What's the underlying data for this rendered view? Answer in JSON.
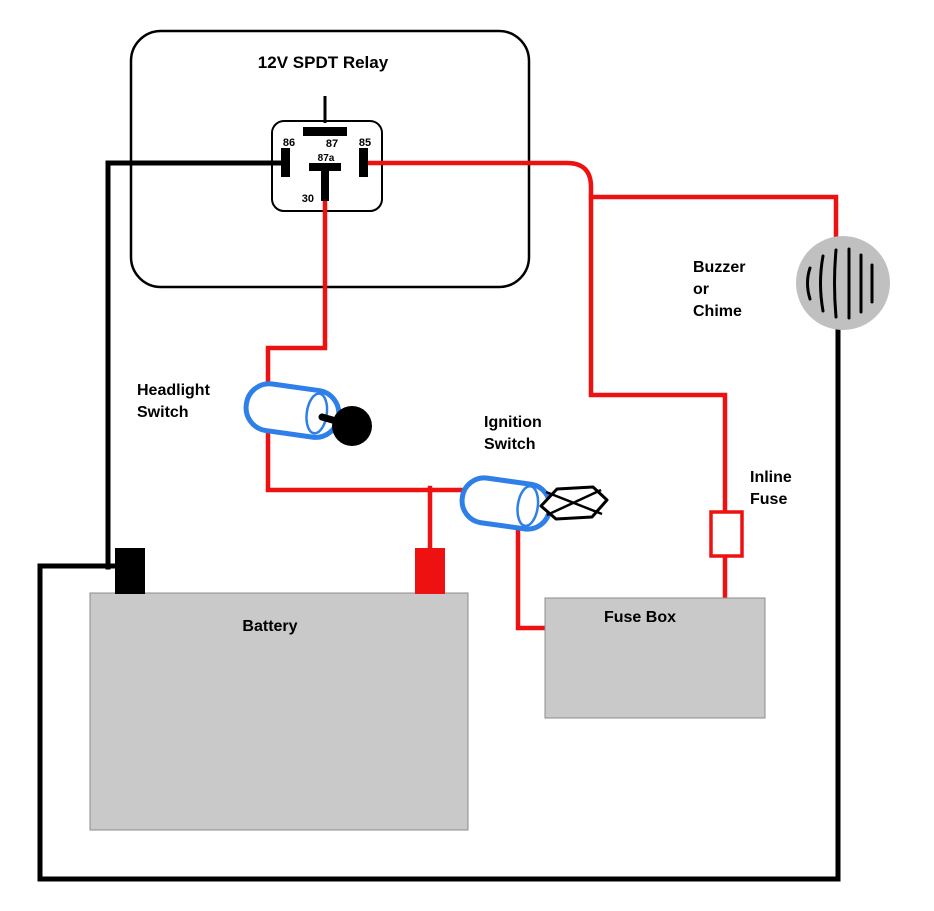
{
  "colors": {
    "background": "#ffffff",
    "wire_power": "#ee1111",
    "wire_ground": "#000000",
    "switch_outline_blue": "#2e7fe8",
    "component_gray": "#c9c9c9",
    "buzzer_gray": "#c0c0c0",
    "terminal_positive": "#ee1111",
    "terminal_negative": "#000000"
  },
  "relay": {
    "title": "12V SPDT Relay",
    "pins": {
      "p87": "87",
      "p86": "86",
      "p85": "85",
      "p87a": "87a",
      "p30": "30"
    }
  },
  "buzzer": {
    "label": [
      "Buzzer",
      "or",
      "Chime"
    ]
  },
  "headlight_switch": {
    "label": [
      "Headlight",
      "Switch"
    ]
  },
  "ignition_switch": {
    "label": [
      "Ignition",
      "Switch"
    ]
  },
  "inline_fuse": {
    "label": [
      "Inline",
      "Fuse"
    ]
  },
  "fuse_box": {
    "label": "Fuse Box"
  },
  "battery": {
    "label": "Battery"
  }
}
